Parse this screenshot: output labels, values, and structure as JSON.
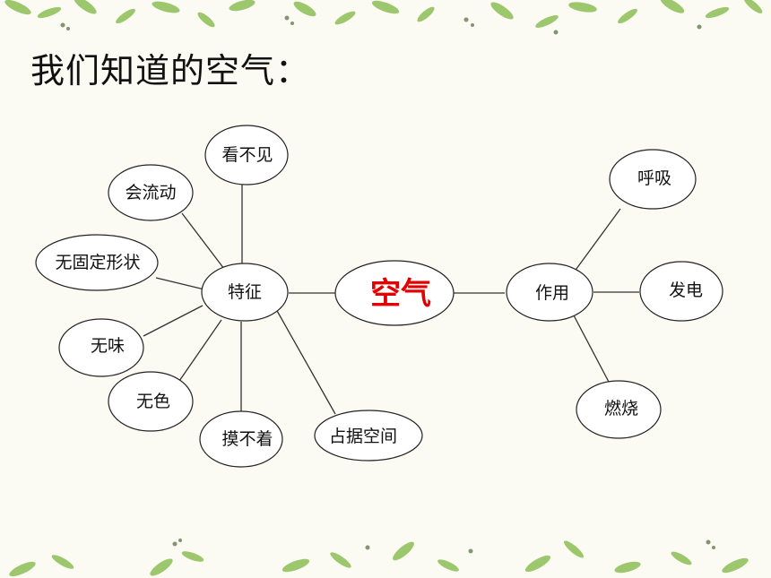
{
  "slide": {
    "title": "我们知道的空气：",
    "colors": {
      "background": "#fbfaf3",
      "center_text": "#e30000",
      "leaf": "#7fb24a",
      "line": "#333333"
    }
  },
  "mindmap": {
    "center": "空气",
    "features_hub": "特征",
    "features": {
      "invisible": "看不见",
      "flows": "会流动",
      "no_fixed_shape": "无固定形状",
      "tasteless": "无味",
      "colorless": "无色",
      "intangible": "摸不着",
      "occupies_space": "占据空间"
    },
    "uses_hub": "作用",
    "uses": {
      "breathing": "呼吸",
      "power": "发电",
      "burning": "燃烧"
    }
  },
  "decorations": {
    "top": "leaf-garland-icon",
    "bottom": "leaf-garland-icon"
  }
}
